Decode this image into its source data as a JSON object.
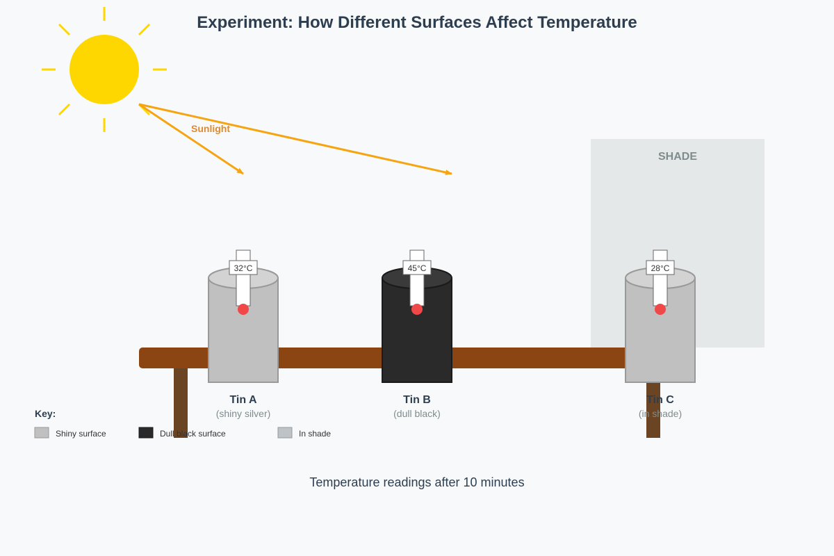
{
  "title": "Experiment: How Different Surfaces Affect Temperature",
  "sunlight_label": "Sunlight",
  "shade_label": "SHADE",
  "caption": "Temperature readings after 10 minutes",
  "tins": [
    {
      "name": "Tin A",
      "description": "(shiny silver)",
      "temperature": "32°C"
    },
    {
      "name": "Tin B",
      "description": "(dull black)",
      "temperature": "45°C"
    },
    {
      "name": "Tin C",
      "description": "(in shade)",
      "temperature": "28°C"
    }
  ],
  "key": {
    "title": "Key:",
    "items": [
      {
        "label": "Shiny surface",
        "color": "#c0c0c0"
      },
      {
        "label": "Dull black surface",
        "color": "#2a2a2a"
      },
      {
        "label": "In shade",
        "color": "#bdc3c7"
      }
    ]
  },
  "colors": {
    "sun": "#ffd700",
    "sunlight_arrow": "#f5a511",
    "sunlight_label": "#e08a2c",
    "table": "#8b4513",
    "table_leg": "#6b4423",
    "shade_area": "#e5e8e8",
    "thermometer_bulb": "#f04848",
    "title_text": "#2c3e50"
  }
}
